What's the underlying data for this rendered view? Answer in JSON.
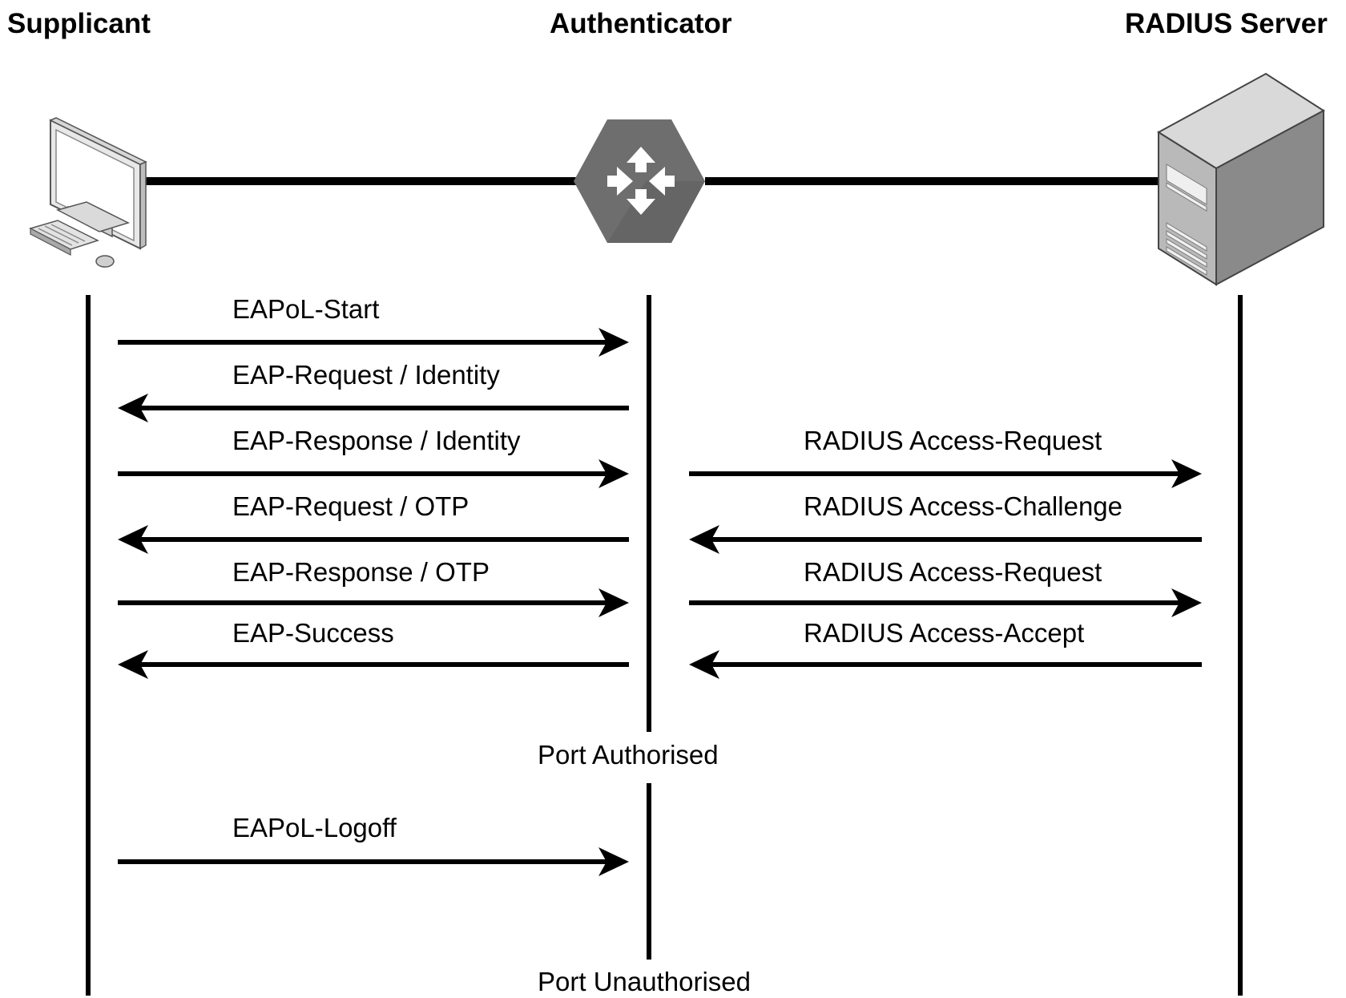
{
  "actors": {
    "supplicant": {
      "label": "Supplicant",
      "icon": "desktop-computer-icon"
    },
    "authenticator": {
      "label": "Authenticator",
      "icon": "router-icon"
    },
    "radius": {
      "label": "RADIUS Server",
      "icon": "server-tower-icon"
    }
  },
  "messages": [
    {
      "label": "EAPoL-Start",
      "from": "supplicant",
      "to": "authenticator"
    },
    {
      "label": "EAP-Request / Identity",
      "from": "authenticator",
      "to": "supplicant"
    },
    {
      "label": "EAP-Response / Identity",
      "from": "supplicant",
      "to": "authenticator"
    },
    {
      "label": "EAP-Request / OTP",
      "from": "authenticator",
      "to": "supplicant"
    },
    {
      "label": "EAP-Response / OTP",
      "from": "supplicant",
      "to": "authenticator"
    },
    {
      "label": "EAP-Success",
      "from": "authenticator",
      "to": "supplicant"
    },
    {
      "label": "RADIUS Access-Request",
      "from": "authenticator",
      "to": "radius"
    },
    {
      "label": "RADIUS Access-Challenge",
      "from": "radius",
      "to": "authenticator"
    },
    {
      "label": "RADIUS Access-Request",
      "from": "authenticator",
      "to": "radius"
    },
    {
      "label": "RADIUS Access-Accept",
      "from": "radius",
      "to": "authenticator"
    },
    {
      "label": "EAPoL-Logoff",
      "from": "supplicant",
      "to": "authenticator"
    }
  ],
  "states": {
    "authorised": "Port Authorised",
    "unauthorised": "Port Unauthorised"
  },
  "colors": {
    "line": "#000000",
    "router_fill": "#6e6e6e",
    "server_front": "#b9b9b9",
    "server_side": "#8a8a8a"
  }
}
